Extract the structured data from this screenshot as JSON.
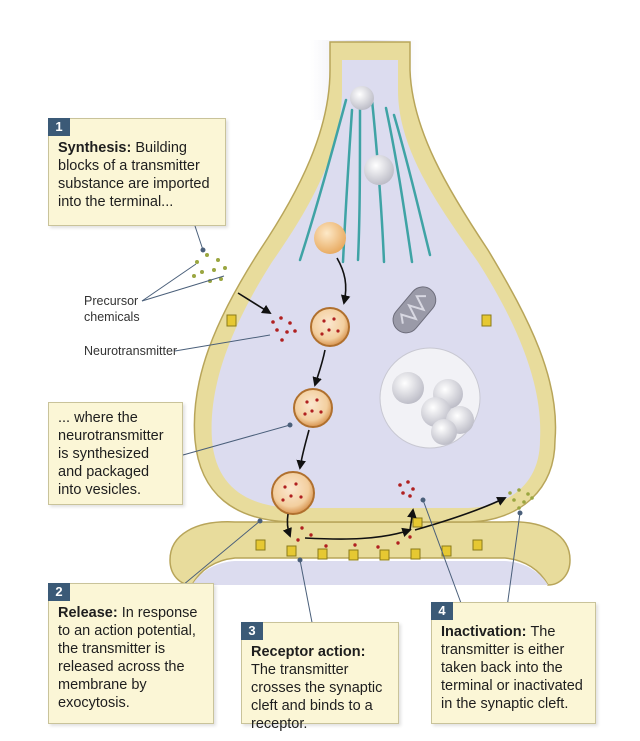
{
  "steps": [
    {
      "number": "1",
      "title": "Synthesis:",
      "text": "Building blocks of a transmitter substance are imported into the terminal..."
    },
    {
      "number": "",
      "title": "",
      "text": "... where the neurotransmitter is synthesized and packaged into vesicles."
    },
    {
      "number": "2",
      "title": "Release:",
      "text": "In response to an action potential, the transmitter is released across the membrane by exocytosis."
    },
    {
      "number": "3",
      "title": "Receptor action:",
      "text": "The transmitter crosses the synaptic cleft and binds to a receptor."
    },
    {
      "number": "4",
      "title": "Inactivation:",
      "text": "The transmitter is either taken back into the terminal or inactivated in the synaptic cleft."
    }
  ],
  "labels": {
    "precursor_line1": "Precursor",
    "precursor_line2": "chemicals",
    "neurotransmitter": "Neurotransmitter"
  },
  "colors": {
    "membrane": "#e8dc9c",
    "membrane_edge": "#b8a55a",
    "cytoplasm": "#dcdcef",
    "microtubule": "#3fa3a5",
    "vesicle": "#e9b06f",
    "vesicle_edge": "#b0702e",
    "transmitter_dot": "#b02020",
    "precursor_dot": "#9aa640",
    "arrow": "#111111",
    "callout_bg": "#fbf6d6",
    "number_bg": "#3b5a77"
  }
}
